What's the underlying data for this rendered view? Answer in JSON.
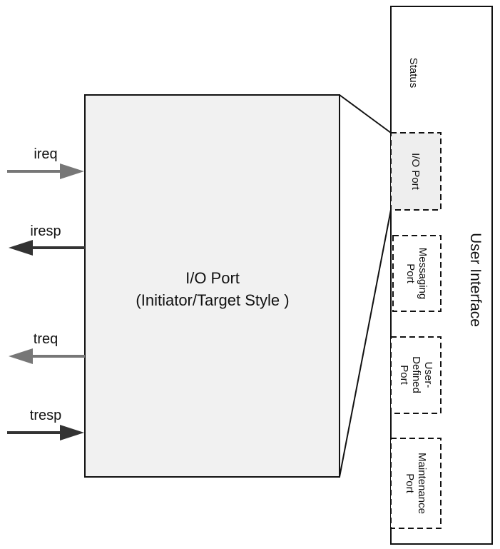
{
  "main_block": {
    "title": "I/O Port",
    "subtitle": "(Initiator/Target Style )"
  },
  "signals": [
    {
      "label": "ireq",
      "direction": "in",
      "color": "#777777"
    },
    {
      "label": "iresp",
      "direction": "out",
      "color": "#333333"
    },
    {
      "label": "treq",
      "direction": "out",
      "color": "#777777"
    },
    {
      "label": "tresp",
      "direction": "in",
      "color": "#333333"
    }
  ],
  "user_interface": {
    "title": "User Interface",
    "status": "Status",
    "ports": [
      {
        "lines": [
          "I/O Port"
        ],
        "highlighted": true
      },
      {
        "lines": [
          "Messaging",
          "Port"
        ],
        "highlighted": false
      },
      {
        "lines": [
          "User-",
          "Defined",
          "Port"
        ],
        "highlighted": false
      },
      {
        "lines": [
          "Maintenance",
          "Port"
        ],
        "highlighted": false
      }
    ]
  },
  "colors": {
    "block_fill": "#f1f1f1",
    "highlight_fill": "#eeeeee",
    "stroke": "#111111"
  }
}
